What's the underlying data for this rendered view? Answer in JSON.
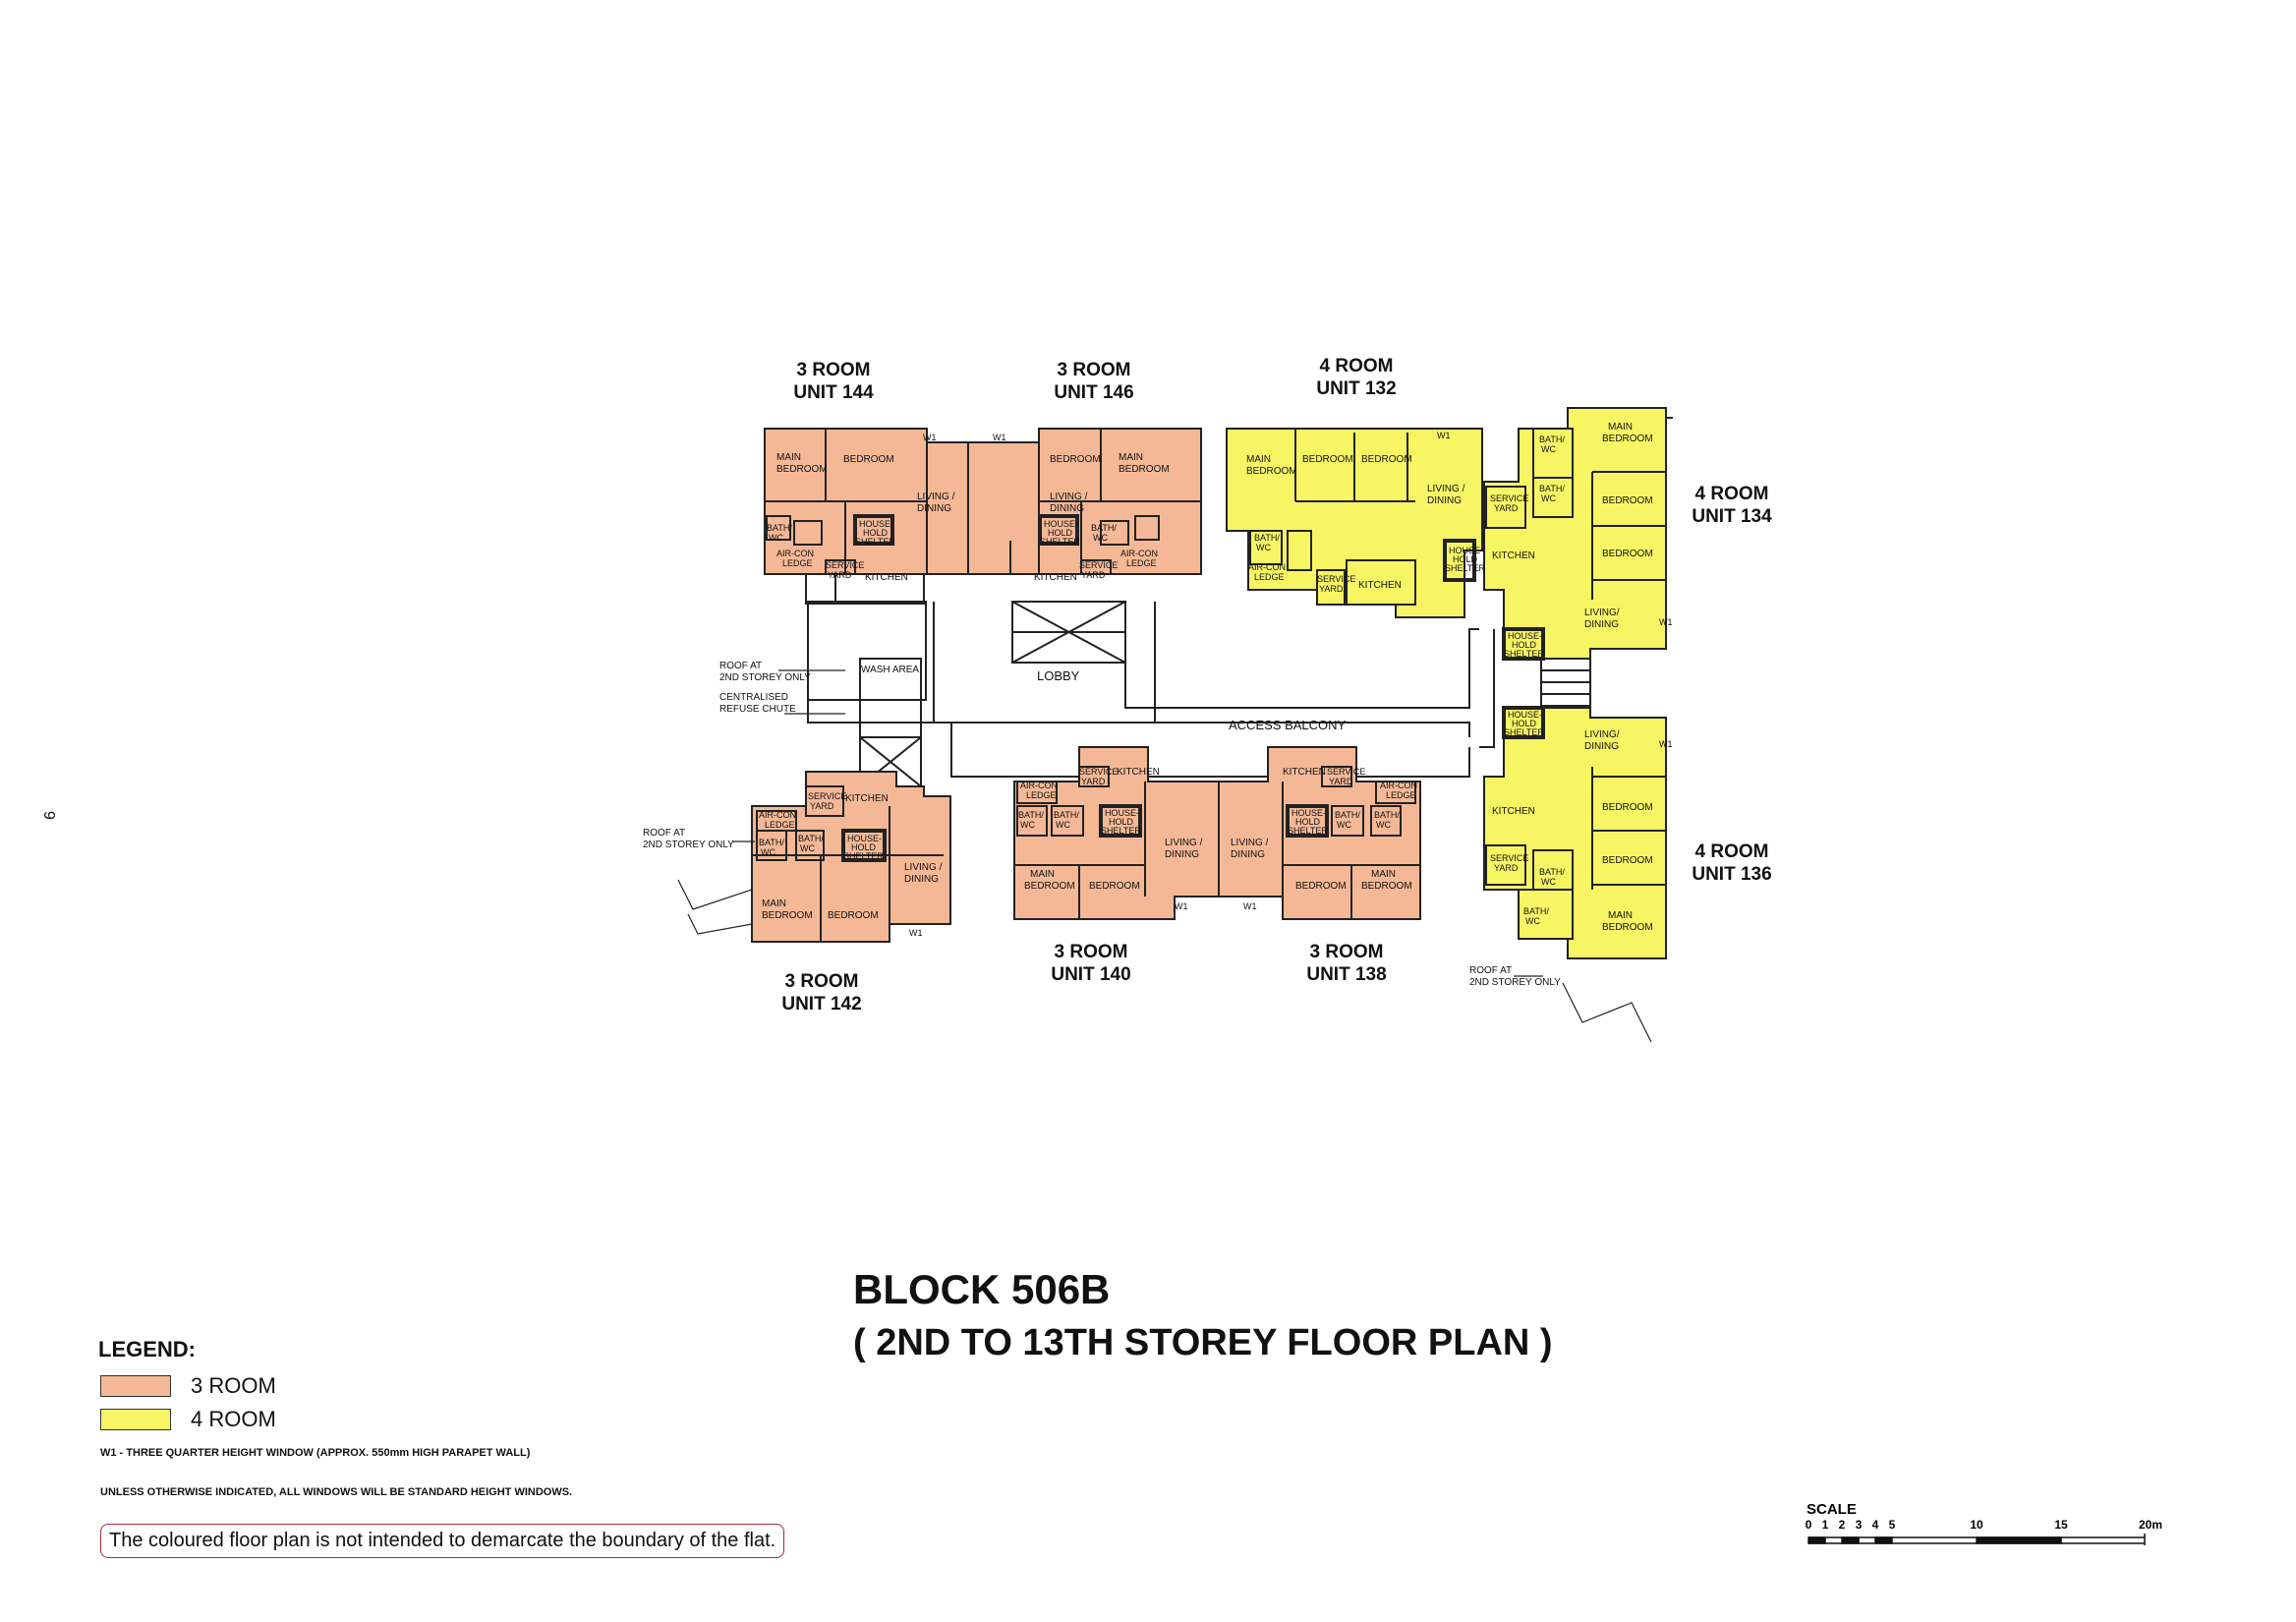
{
  "page_number": "9",
  "title": "BLOCK 506B",
  "subtitle": "( 2ND TO 13TH STOREY FLOOR PLAN )",
  "colors": {
    "three_room": "#f4b896",
    "four_room": "#f7f564",
    "wall": "#222222",
    "disclaimer_border": "#a0303a"
  },
  "legend": {
    "heading": "LEGEND:",
    "items": [
      {
        "label": "3 ROOM",
        "color": "#f4b896"
      },
      {
        "label": "4 ROOM",
        "color": "#f7f564"
      }
    ],
    "w1_note": "W1  -  THREE QUARTER HEIGHT WINDOW (APPROX. 550mm HIGH PARAPET WALL)",
    "window_note": "UNLESS OTHERWISE INDICATED, ALL WINDOWS WILL BE STANDARD HEIGHT WINDOWS.",
    "disclaimer": "The coloured floor plan is not intended to demarcate the boundary of the flat."
  },
  "scale": {
    "label": "SCALE",
    "ticks": [
      "0",
      "1",
      "2",
      "3",
      "4",
      "5",
      "10",
      "15",
      "20m"
    ]
  },
  "units": {
    "u144": {
      "type": "3 ROOM",
      "unit": "UNIT 144"
    },
    "u146": {
      "type": "3 ROOM",
      "unit": "UNIT 146"
    },
    "u132": {
      "type": "4 ROOM",
      "unit": "UNIT 132"
    },
    "u134": {
      "type": "4 ROOM",
      "unit": "UNIT 134"
    },
    "u136": {
      "type": "4 ROOM",
      "unit": "UNIT 136"
    },
    "u142": {
      "type": "3 ROOM",
      "unit": "UNIT 142"
    },
    "u140": {
      "type": "3 ROOM",
      "unit": "UNIT 140"
    },
    "u138": {
      "type": "3 ROOM",
      "unit": "UNIT 138"
    }
  },
  "rooms": {
    "main_bedroom_1": "MAIN",
    "main_bedroom_2": "BEDROOM",
    "bedroom": "BEDROOM",
    "living_1": "LIVING /",
    "living_2": "DINING",
    "living_alt_1": "LIVING/",
    "living_alt_2": "DINING",
    "kitchen": "KITCHEN",
    "bath_1": "BATH/",
    "bath_2": "WC",
    "service_1": "SERVICE",
    "service_2": "YARD",
    "shelter_1": "HOUSE-",
    "shelter_2": "HOLD",
    "shelter_3": "SHELTER",
    "aircon_1": "AIR-CON",
    "aircon_2": "LEDGE",
    "w1": "W1"
  },
  "labels": {
    "lobby": "LOBBY",
    "access_balcony": "ACCESS BALCONY",
    "wash_area": "WASH AREA",
    "roof_1": "ROOF AT",
    "roof_2": "2ND STOREY ONLY",
    "roof_short": "2ND STOREY ONLY",
    "refuse_1": "CENTRALISED",
    "refuse_2": "REFUSE CHUTE"
  }
}
